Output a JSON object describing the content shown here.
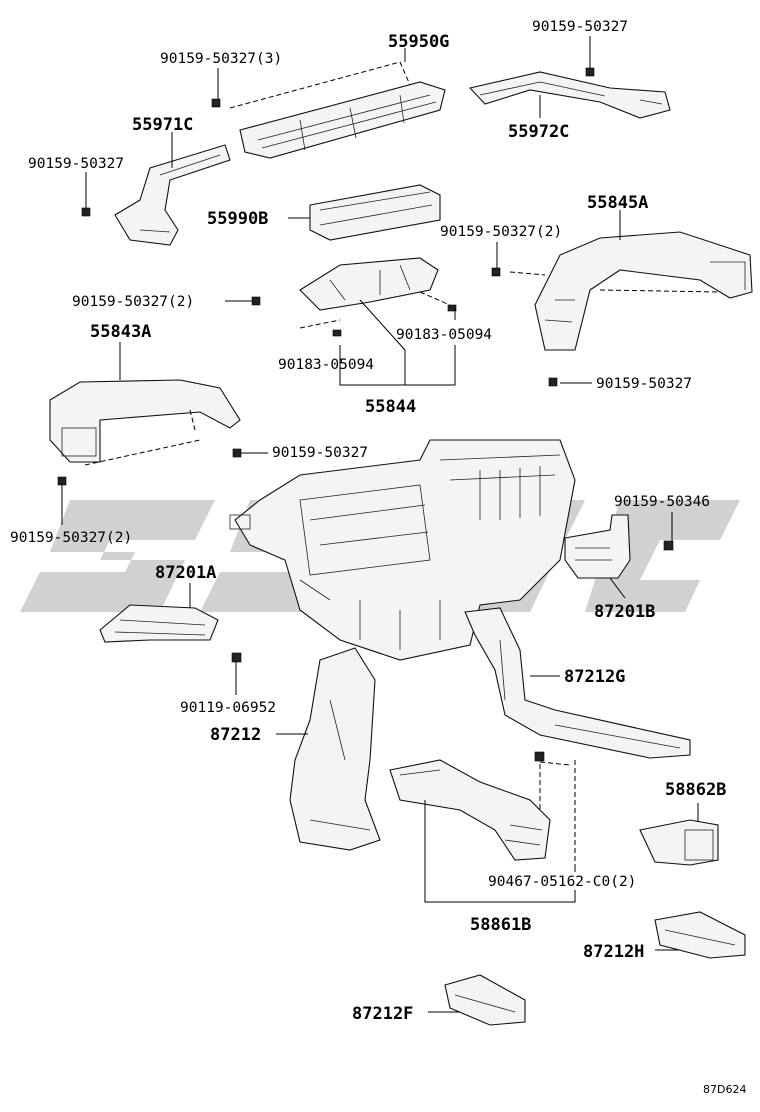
{
  "diagram": {
    "code": "87D624",
    "labels": {
      "l55950G": "55950G",
      "l90159_50327_3": "90159-50327(3)",
      "l90159_50327_top": "90159-50327",
      "l55972C": "55972C",
      "l55971C": "55971C",
      "l90159_50327_left": "90159-50327",
      "l55990B": "55990B",
      "l55845A": "55845A",
      "l90159_50327_2_right": "90159-50327(2)",
      "l90159_50327_2_mid": "90159-50327(2)",
      "l90183_05094_right": "90183-05094",
      "l90183_05094_left": "90183-05094",
      "l55844": "55844",
      "l55843A": "55843A",
      "l90159_50327_right2": "90159-50327",
      "l90159_50327_mid2": "90159-50327",
      "l90159_50327_2_bottom": "90159-50327(2)",
      "l90159_50346": "90159-50346",
      "l87201A": "87201A",
      "l87201B": "87201B",
      "l87212G": "87212G",
      "l90119_06952": "90119-06952",
      "l87212": "87212",
      "l58862B": "58862B",
      "l90467": "90467-05162-C0(2)",
      "l58861B": "58861B",
      "l87212H": "87212H",
      "l87212F": "87212F"
    }
  }
}
